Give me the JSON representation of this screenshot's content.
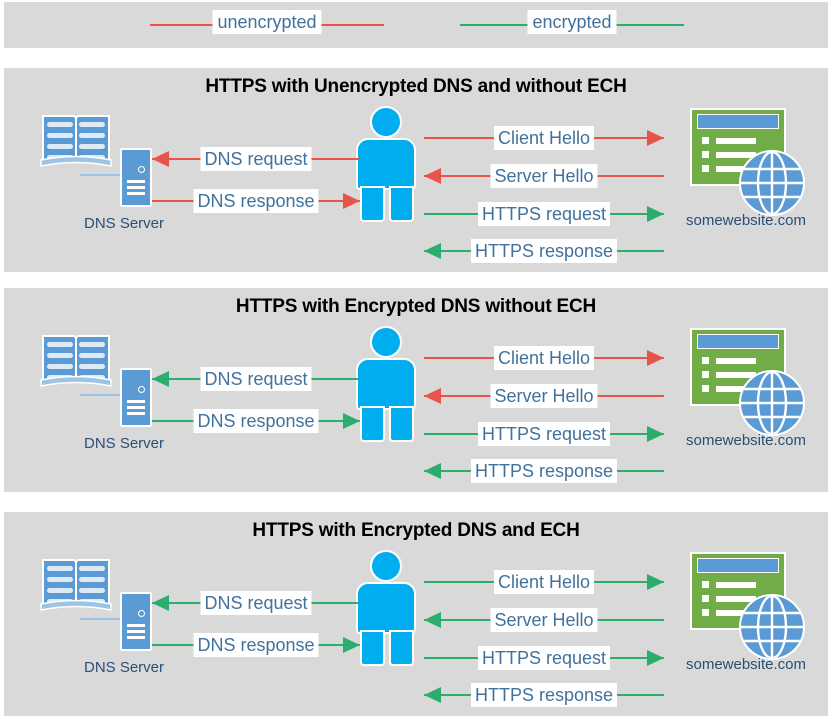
{
  "legend": {
    "items": [
      {
        "label": "unencrypted",
        "color": "#e8544a",
        "name": "legend-unencrypted"
      },
      {
        "label": "encrypted",
        "color": "#2bad6e",
        "name": "legend-encrypted"
      }
    ]
  },
  "colors": {
    "unencrypted": "#e8544a",
    "encrypted": "#2bad6e",
    "panel_background": "#d9d9d9",
    "page_background": "#ffffff",
    "label_text": "#41719c",
    "title_text": "#000000",
    "person": "#00aeef",
    "server_blue": "#5b9bd5",
    "browser_green": "#70ad47"
  },
  "actors": {
    "dns_server_label": "DNS Server",
    "website_label": "somewebsite.com",
    "person_name": "user"
  },
  "panels": [
    {
      "title": "HTTPS with Unencrypted DNS and without ECH",
      "messages": [
        {
          "label": "DNS request",
          "side": "left",
          "direction": "left",
          "color": "#e8544a"
        },
        {
          "label": "DNS response",
          "side": "left",
          "direction": "right",
          "color": "#e8544a"
        },
        {
          "label": "Client Hello",
          "side": "right",
          "direction": "right",
          "color": "#e8544a"
        },
        {
          "label": "Server Hello",
          "side": "right",
          "direction": "left",
          "color": "#e8544a"
        },
        {
          "label": "HTTPS request",
          "side": "right",
          "direction": "right",
          "color": "#2bad6e"
        },
        {
          "label": "HTTPS response",
          "side": "right",
          "direction": "left",
          "color": "#2bad6e"
        }
      ]
    },
    {
      "title": "HTTPS with Encrypted DNS without ECH",
      "messages": [
        {
          "label": "DNS request",
          "side": "left",
          "direction": "left",
          "color": "#2bad6e"
        },
        {
          "label": "DNS response",
          "side": "left",
          "direction": "right",
          "color": "#2bad6e"
        },
        {
          "label": "Client Hello",
          "side": "right",
          "direction": "right",
          "color": "#e8544a"
        },
        {
          "label": "Server Hello",
          "side": "right",
          "direction": "left",
          "color": "#e8544a"
        },
        {
          "label": "HTTPS request",
          "side": "right",
          "direction": "right",
          "color": "#2bad6e"
        },
        {
          "label": "HTTPS response",
          "side": "right",
          "direction": "left",
          "color": "#2bad6e"
        }
      ]
    },
    {
      "title": "HTTPS with Encrypted DNS and ECH",
      "messages": [
        {
          "label": "DNS request",
          "side": "left",
          "direction": "left",
          "color": "#2bad6e"
        },
        {
          "label": "DNS response",
          "side": "left",
          "direction": "right",
          "color": "#2bad6e"
        },
        {
          "label": "Client Hello",
          "side": "right",
          "direction": "right",
          "color": "#2bad6e"
        },
        {
          "label": "Server Hello",
          "side": "right",
          "direction": "left",
          "color": "#2bad6e"
        },
        {
          "label": "HTTPS request",
          "side": "right",
          "direction": "right",
          "color": "#2bad6e"
        },
        {
          "label": "HTTPS response",
          "side": "right",
          "direction": "left",
          "color": "#2bad6e"
        }
      ]
    }
  ]
}
